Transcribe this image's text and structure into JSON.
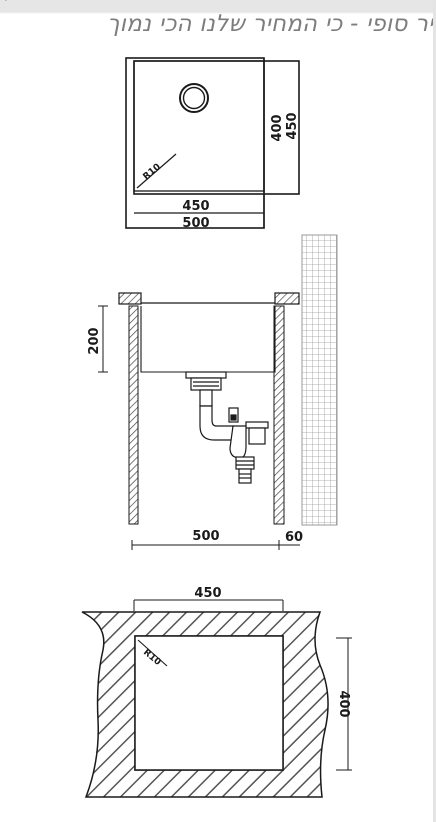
{
  "header": {
    "fragment": "ר",
    "title": "ויר סופי - כי המחיר שלנו הכי נמוך"
  },
  "top_view": {
    "inner_width": "450",
    "outer_width": "500",
    "inner_height": "400",
    "outer_height": "450",
    "corner_radius": "R10"
  },
  "side_view": {
    "depth": "200",
    "width": "500",
    "wall": "60"
  },
  "cutout_view": {
    "width": "450",
    "height": "400",
    "corner_radius": "R10"
  },
  "colors": {
    "line": "#1a1a1a",
    "hatch": "#555555",
    "tile_grid": "#9a9a9a",
    "header_text": "#7d7d7d"
  }
}
